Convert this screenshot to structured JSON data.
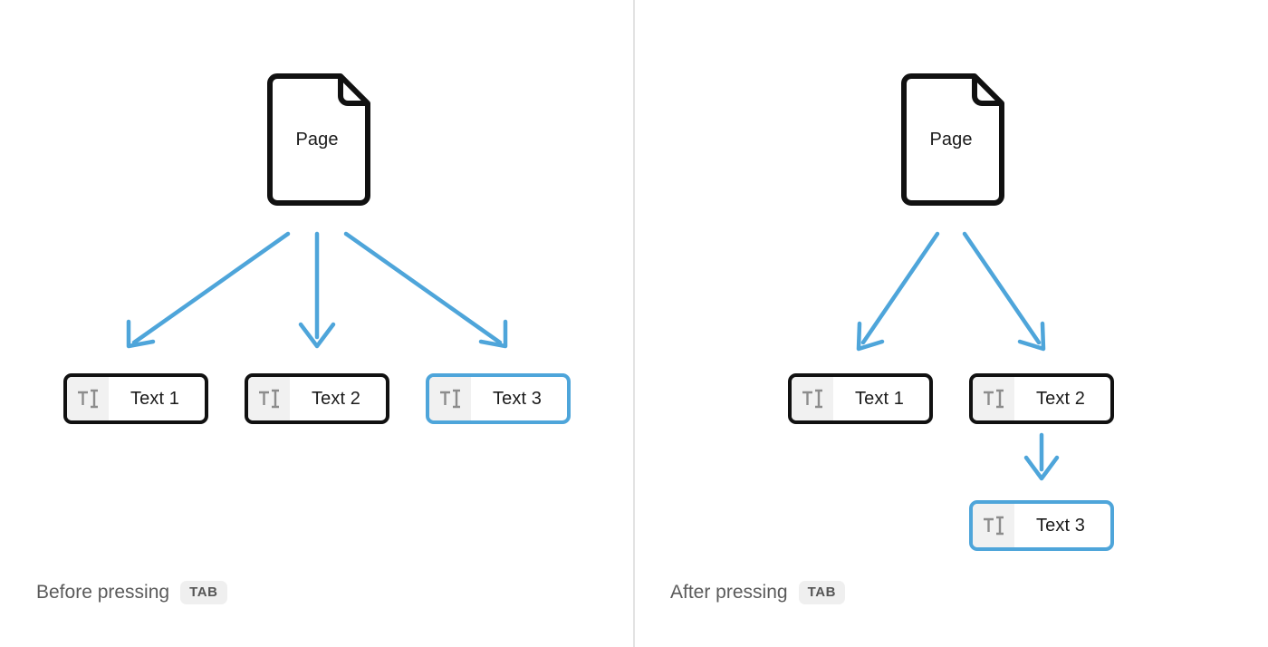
{
  "colors": {
    "background": "#ffffff",
    "node_border": "#111111",
    "node_border_selected": "#4ea5da",
    "arrow": "#4ea5da",
    "icon_background": "#f1f1f1",
    "icon_glyph": "#8c8c8c",
    "divider": "#e2e2e2",
    "caption_text": "#5a5a5a",
    "kbd_background": "#efefef",
    "kbd_text": "#555555"
  },
  "panels": [
    {
      "id": "before",
      "caption": {
        "text": "Before pressing",
        "key": "TAB"
      },
      "page": {
        "label": "Page"
      },
      "nodes": [
        {
          "label": "Text 1",
          "icon": "text-cursor-icon",
          "selected": false
        },
        {
          "label": "Text 2",
          "icon": "text-cursor-icon",
          "selected": false
        },
        {
          "label": "Text 3",
          "icon": "text-cursor-icon",
          "selected": true
        }
      ]
    },
    {
      "id": "after",
      "caption": {
        "text": "After pressing",
        "key": "TAB"
      },
      "page": {
        "label": "Page"
      },
      "nodes": [
        {
          "label": "Text 1",
          "icon": "text-cursor-icon",
          "selected": false
        },
        {
          "label": "Text 2",
          "icon": "text-cursor-icon",
          "selected": false
        },
        {
          "label": "Text 3",
          "icon": "text-cursor-icon",
          "selected": true
        }
      ]
    }
  ]
}
